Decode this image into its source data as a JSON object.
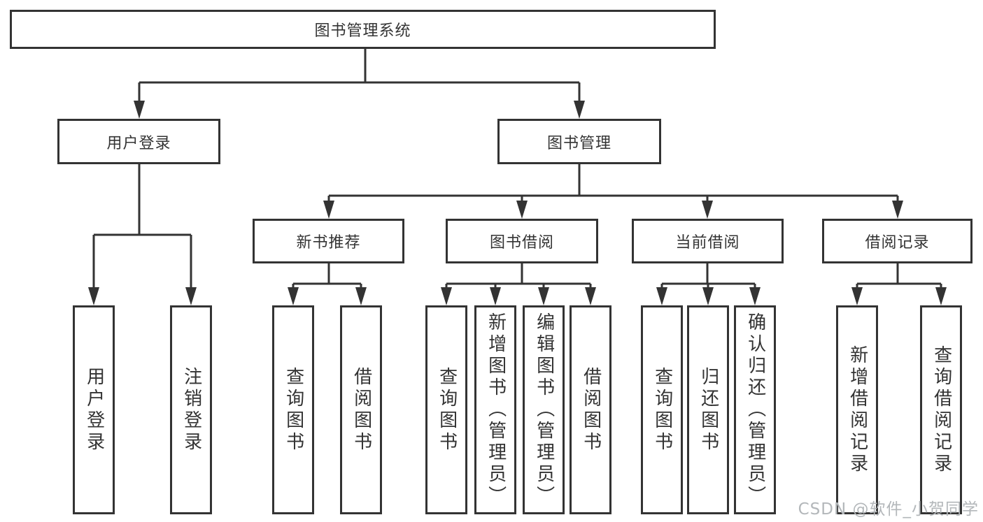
{
  "diagram": {
    "type": "tree",
    "root": {
      "label": "图书管理系统"
    },
    "level2": [
      {
        "id": "user-login",
        "label": "用户登录",
        "parent": "图书管理系统"
      },
      {
        "id": "book-management",
        "label": "图书管理",
        "parent": "图书管理系统"
      }
    ],
    "level3": [
      {
        "id": "new-book-recommend",
        "label": "新书推荐",
        "parent": "图书管理"
      },
      {
        "id": "book-borrow",
        "label": "图书借阅",
        "parent": "图书管理"
      },
      {
        "id": "current-borrow",
        "label": "当前借阅",
        "parent": "图书管理"
      },
      {
        "id": "borrow-records",
        "label": "借阅记录",
        "parent": "图书管理"
      }
    ],
    "leaves": [
      {
        "label": "用户登录",
        "parent": "用户登录"
      },
      {
        "label": "注销登录",
        "parent": "用户登录"
      },
      {
        "label": "查询图书",
        "parent": "新书推荐"
      },
      {
        "label": "借阅图书",
        "parent": "新书推荐"
      },
      {
        "label": "查询图书",
        "parent": "图书借阅"
      },
      {
        "label": "新增图书（管理员）",
        "parent": "图书借阅"
      },
      {
        "label": "编辑图书（管理员）",
        "parent": "图书借阅"
      },
      {
        "label": "借阅图书",
        "parent": "图书借阅"
      },
      {
        "label": "查询图书",
        "parent": "当前借阅"
      },
      {
        "label": "归还图书",
        "parent": "当前借阅"
      },
      {
        "label": "确认归还（管理员）",
        "parent": "当前借阅"
      },
      {
        "label": "新增借阅记录",
        "parent": "借阅记录"
      },
      {
        "label": "查询借阅记录",
        "parent": "借阅记录"
      }
    ],
    "colors": {
      "line": "#333333",
      "text": "#333333",
      "box_background": "#ffffff",
      "watermark": "#b3b7ba"
    }
  },
  "watermark": {
    "text": "CSDN @软件_小贺同学"
  }
}
